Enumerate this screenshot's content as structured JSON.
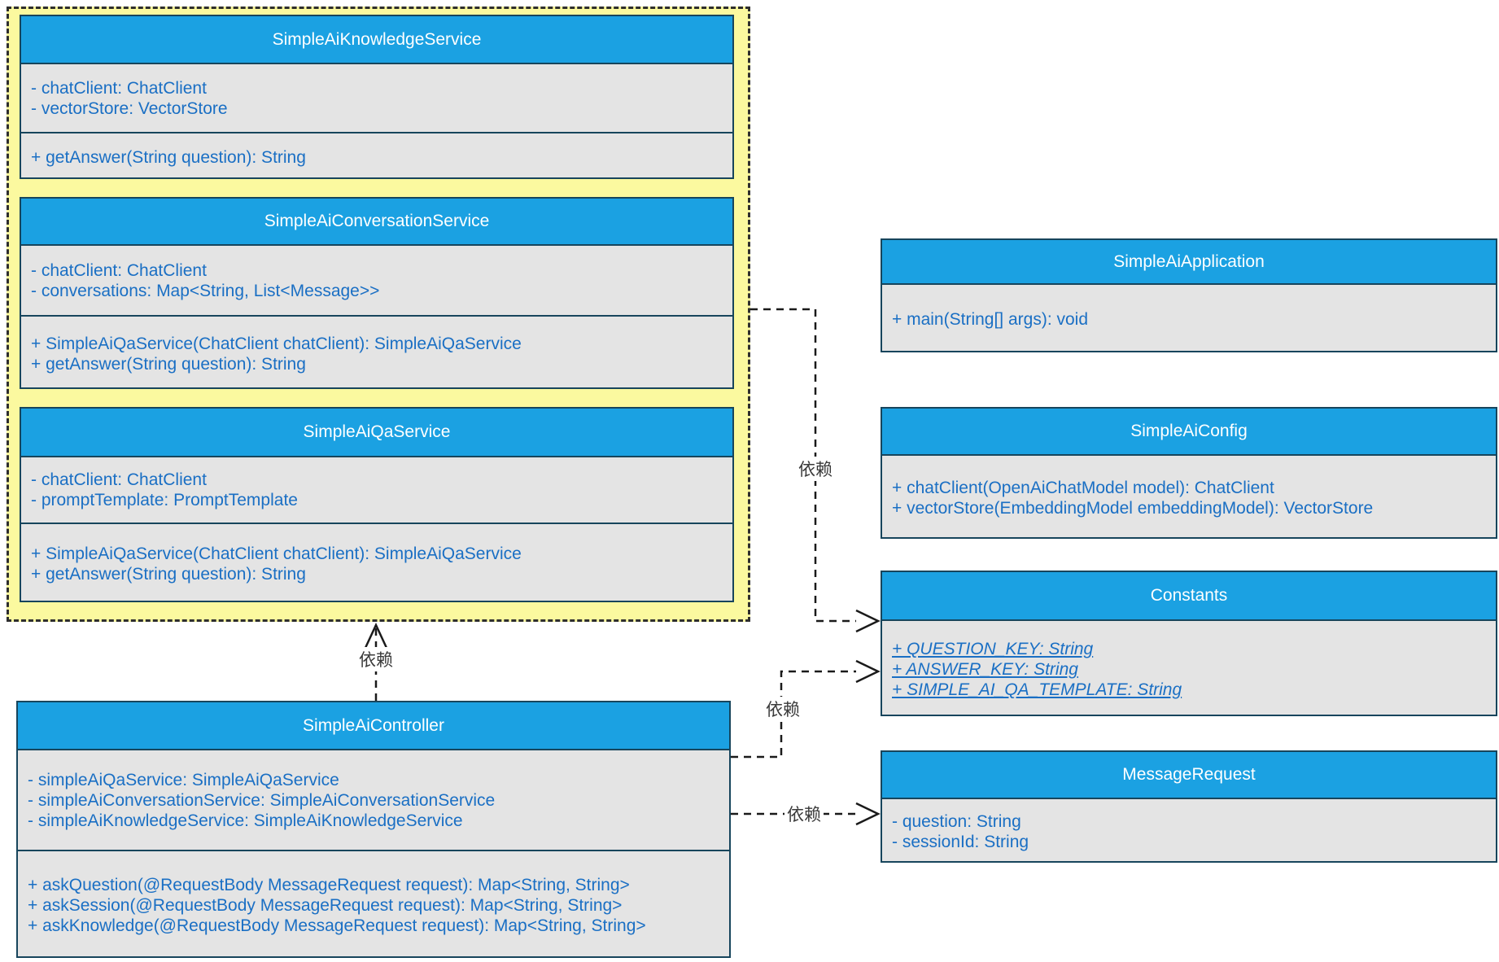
{
  "diagram": {
    "dependency_label": "依赖",
    "colors": {
      "header_fill": "#1BA1E2",
      "header_text": "#FFFFFF",
      "body_fill": "#E4E4E4",
      "border": "#17455C",
      "member_text": "#1A6FC4",
      "group_highlight_fill": "#FBF99F",
      "connector": "#1A1A1A"
    }
  },
  "classes": {
    "knowledge_service": {
      "title": "SimpleAiKnowledgeService",
      "attributes": [
        "- chatClient: ChatClient",
        "- vectorStore: VectorStore"
      ],
      "methods": [
        "+ getAnswer(String question): String"
      ]
    },
    "conversation_service": {
      "title": "SimpleAiConversationService",
      "attributes": [
        "- chatClient: ChatClient",
        "- conversations: Map<String, List<Message>>"
      ],
      "methods": [
        "+ SimpleAiQaService(ChatClient chatClient): SimpleAiQaService",
        "+ getAnswer(String question): String"
      ]
    },
    "qa_service": {
      "title": "SimpleAiQaService",
      "attributes": [
        "- chatClient: ChatClient",
        "- promptTemplate: PromptTemplate"
      ],
      "methods": [
        "+ SimpleAiQaService(ChatClient chatClient): SimpleAiQaService",
        "+ getAnswer(String question): String"
      ]
    },
    "controller": {
      "title": "SimpleAiController",
      "attributes": [
        "- simpleAiQaService: SimpleAiQaService",
        "- simpleAiConversationService: SimpleAiConversationService",
        "- simpleAiKnowledgeService: SimpleAiKnowledgeService"
      ],
      "methods": [
        "+ askQuestion(@RequestBody MessageRequest request): Map<String, String>",
        "+ askSession(@RequestBody MessageRequest request): Map<String, String>",
        "+ askKnowledge(@RequestBody MessageRequest request): Map<String, String>"
      ]
    },
    "application": {
      "title": "SimpleAiApplication",
      "methods": [
        "+ main(String[] args): void"
      ]
    },
    "config": {
      "title": "SimpleAiConfig",
      "methods": [
        "+ chatClient(OpenAiChatModel model): ChatClient",
        "+ vectorStore(EmbeddingModel embeddingModel): VectorStore"
      ]
    },
    "constants": {
      "title": "Constants",
      "attributes": [
        "+ QUESTION_KEY: String",
        "+ ANSWER_KEY: String",
        "+ SIMPLE_AI_QA_TEMPLATE: String"
      ]
    },
    "message_request": {
      "title": "MessageRequest",
      "attributes": [
        "- question: String",
        "- sessionId: String"
      ]
    }
  },
  "connectors": {
    "labels": [
      "依赖",
      "依赖",
      "依赖",
      "依赖"
    ]
  }
}
